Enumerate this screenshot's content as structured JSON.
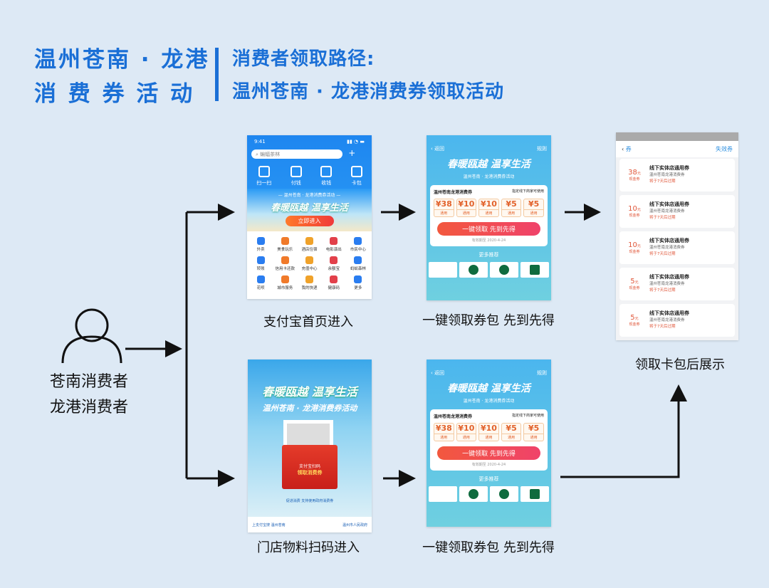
{
  "header": {
    "title_line1": "温州苍南 · 龙港",
    "title_line2": "消 费 券 活 动",
    "subtitle_line1": "消费者领取路径:",
    "subtitle_line2": "温州苍南 · 龙港消费券领取活动"
  },
  "consumers": {
    "line1": "苍南消费者",
    "line2": "龙港消费者"
  },
  "captions": {
    "alipay_home": "支付宝首页进入",
    "claim_top": "一键领取券包 先到先得",
    "card_wallet": "领取卡包后展示",
    "store_scan": "门店物料扫码进入",
    "claim_bottom": "一键领取券包 先到先得"
  },
  "alipay": {
    "time": "9:41",
    "search_placeholder": "蝙蝠茶林",
    "quick": [
      "扫一扫",
      "付钱",
      "收钱",
      "卡包"
    ],
    "banner_tag": "— 温州苍南 · 龙港消费券活动 —",
    "banner_title": "春暖瓯越 温享生活",
    "banner_button": "立即进入",
    "grid": [
      "外卖",
      "美食玩乐",
      "酒店住宿",
      "电影演出",
      "市民中心",
      "转账",
      "信用卡还款",
      "充值中心",
      "余额宝",
      "蚂蚁森林",
      "花呗",
      "城市服务",
      "我的快递",
      "健康码",
      "更多"
    ]
  },
  "claim": {
    "back": "返回",
    "rules": "规则",
    "title": "春暖瓯越 温享生活",
    "sub": "温州苍南 · 龙港消费券活动",
    "card_title": "温州苍南龙港消费券",
    "card_note": "指定线下商家可使用",
    "coupons": [
      "¥38",
      "¥10",
      "¥10",
      "¥5",
      "¥5"
    ],
    "coupon_tag": "通用",
    "button": "一键领取 先到先得",
    "valid": "有效期至 2020-4-24",
    "more": "更多推荐"
  },
  "wallet": {
    "title": "券",
    "expired": "失效券",
    "items": [
      {
        "amount": "38",
        "unit": "元",
        "type": "现金券",
        "name": "线下实体店通用券",
        "desc": "温州苍南龙港消费券",
        "expire": "将于7天后过期"
      },
      {
        "amount": "10",
        "unit": "元",
        "type": "现金券",
        "name": "线下实体店通用券",
        "desc": "温州苍南龙港消费券",
        "expire": "将于7天后过期"
      },
      {
        "amount": "10",
        "unit": "元",
        "type": "现金券",
        "name": "线下实体店通用券",
        "desc": "温州苍南龙港消费券",
        "expire": "将于7天后过期"
      },
      {
        "amount": "5",
        "unit": "元",
        "type": "现金券",
        "name": "线下实体店通用券",
        "desc": "温州苍南龙港消费券",
        "expire": "将于7天后过期"
      },
      {
        "amount": "5",
        "unit": "元",
        "type": "现金券",
        "name": "线下实体店通用券",
        "desc": "温州苍南龙港消费券",
        "expire": "将于7天后过期"
      }
    ]
  },
  "poster": {
    "title": "春暖瓯越 温享生活",
    "sub": "温州苍南 · 龙港消费券活动",
    "env1": "支付宝扫码",
    "env2": "领取消费券",
    "footer_note": "促进消费 支持使用政府消费券",
    "footer_left": "上支付宝搜 温州苍南",
    "footer_right": "温州市人民政府"
  },
  "colors": {
    "accent": "#1a6fd6",
    "background": "#dde9f5"
  }
}
